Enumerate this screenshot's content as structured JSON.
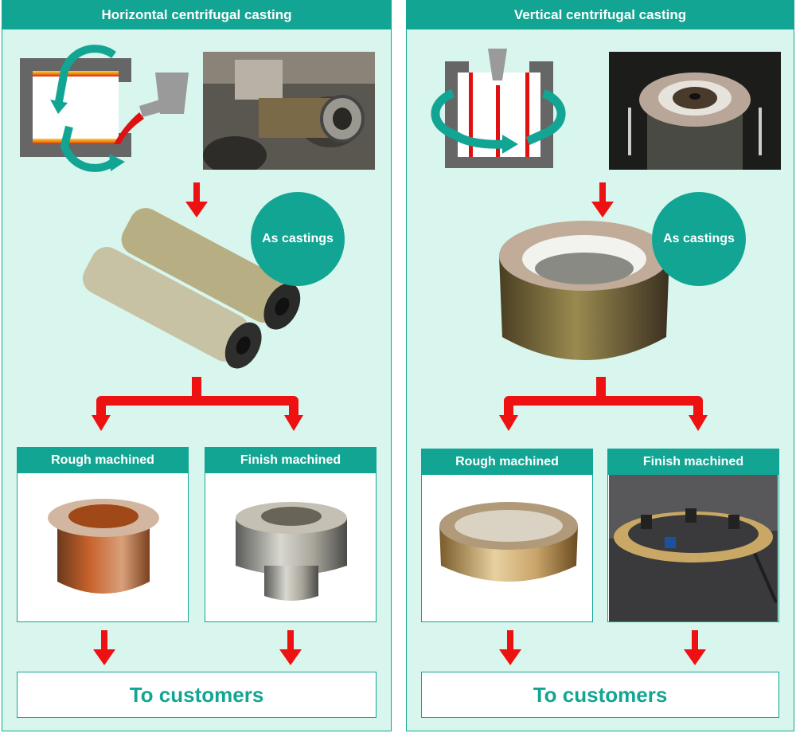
{
  "horizontal": {
    "title": "Horizontal centrifugal casting",
    "as_castings": "As castings",
    "rough": "Rough machined",
    "finish": "Finish machined",
    "customers": "To customers"
  },
  "vertical": {
    "title": "Vertical centrifugal casting",
    "as_castings": "As castings",
    "rough": "Rough machined",
    "finish": "Finish machined",
    "customers": "To customers"
  },
  "colors": {
    "accent": "#13a593",
    "panel_bg": "#d8f6ee",
    "arrow": "#ee1111",
    "mold": "#666666",
    "molten": "#f0a020"
  },
  "icons": [
    "rotation-arrow-icon",
    "ladle-icon",
    "down-arrow-icon",
    "split-arrow-icon"
  ]
}
